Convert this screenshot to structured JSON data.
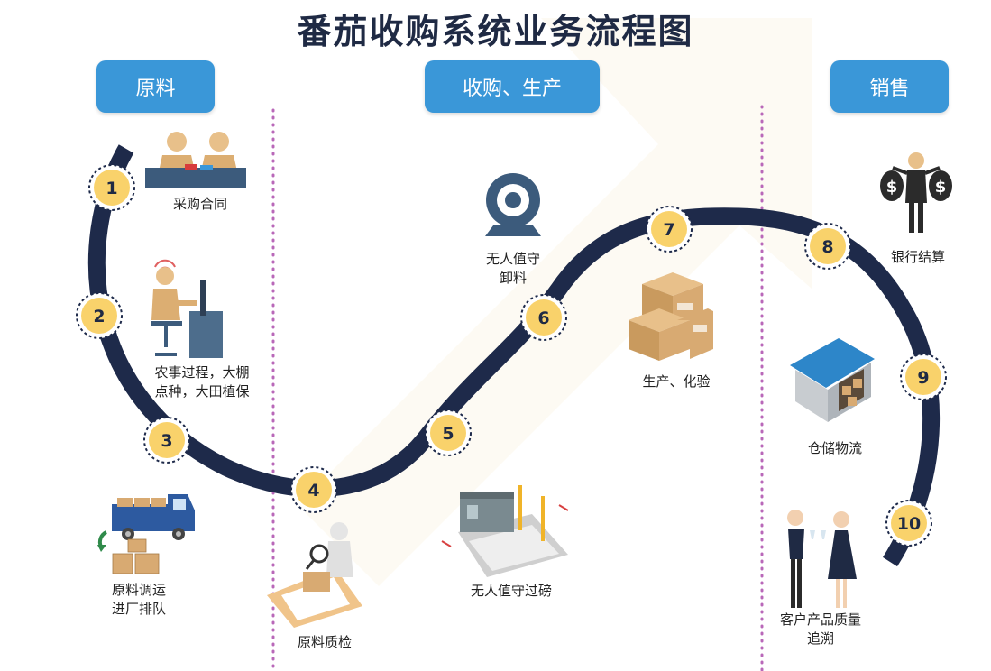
{
  "title": "番茄收购系统业务流程图",
  "phases": [
    "原料",
    "收购、生产",
    "销售"
  ],
  "steps": [
    {
      "n": "1",
      "label": "采购合同"
    },
    {
      "n": "2",
      "label_lines": [
        "农事过程，大棚",
        "点种，大田植保"
      ]
    },
    {
      "n": "3",
      "label_lines": [
        "原料调运",
        "进厂排队"
      ]
    },
    {
      "n": "4",
      "label": "原料质检"
    },
    {
      "n": "5",
      "label": "无人值守过磅"
    },
    {
      "n": "6",
      "label_lines": [
        "无人值守",
        "卸料"
      ]
    },
    {
      "n": "7",
      "label": "生产、化验"
    },
    {
      "n": "8",
      "label": "银行结算"
    },
    {
      "n": "9",
      "label": "仓储物流"
    },
    {
      "n": "10",
      "label_lines": [
        "客户产品质量",
        "追溯"
      ]
    }
  ],
  "icons": {
    "1": "contract-meeting-icon",
    "2": "farmer-computer-icon",
    "3": "delivery-truck-icon",
    "4": "quality-inspection-icon",
    "5": "weighbridge-icon",
    "6": "webcam-icon",
    "7": "cardboard-boxes-icon",
    "8": "money-bag-businessman-icon",
    "9": "warehouse-icon",
    "10": "customer-toast-icon"
  },
  "colors": {
    "path": "#1e2a4a",
    "badge_fill": "#f9d26b",
    "phase_box": "#3a97d8",
    "divider": "#b968b9"
  }
}
